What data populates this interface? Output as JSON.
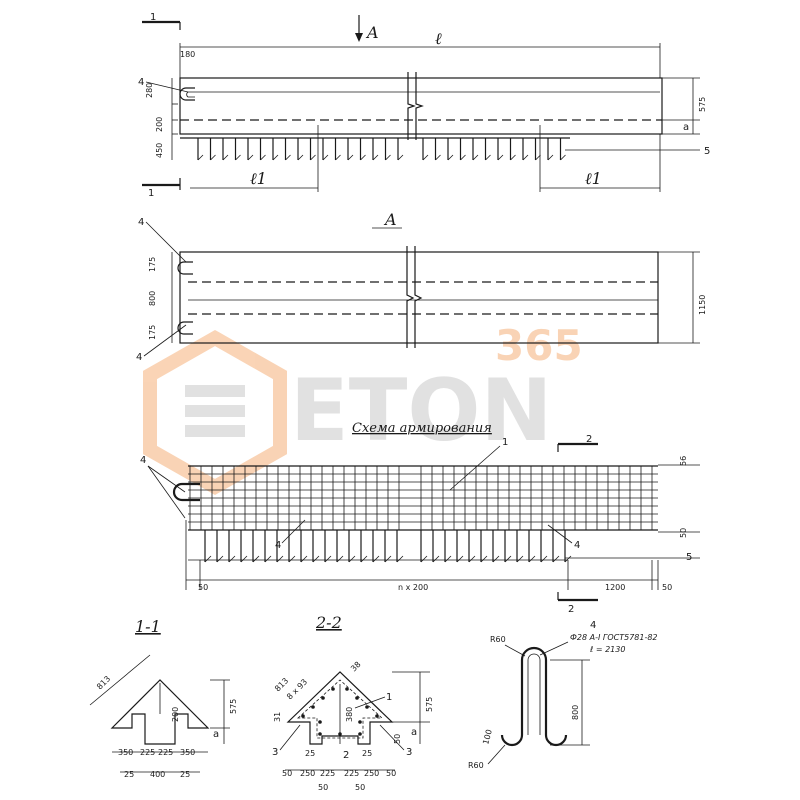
{
  "labels": {
    "section_mark": "1",
    "section_mark_2": "2",
    "view_arrow": "A",
    "view_title": "A",
    "length_l": "ℓ",
    "length_l1": "ℓ1",
    "leader_4": "4",
    "leader_5": "5",
    "leader_1": "1",
    "leader_3": "3",
    "leader_2": "2",
    "dim_a": "a"
  },
  "elevation": {
    "dims": {
      "d180": "180",
      "d280": "280",
      "d200": "200",
      "d450": "450",
      "d575": "575"
    }
  },
  "plan": {
    "dims": {
      "d175a": "175",
      "d800": "800",
      "d175b": "175",
      "d1150": "1150"
    }
  },
  "scheme": {
    "title": "Схема армирования",
    "dims": {
      "d56": "56",
      "d50r": "50",
      "d50l": "50",
      "dn": "n x 200",
      "d1200": "1200",
      "d50e": "50"
    }
  },
  "section11": {
    "title": "1-1",
    "dims": {
      "d813": "813",
      "d200": "200",
      "d575": "575",
      "d350a": "350",
      "d225a": "225",
      "d225b": "225",
      "d350b": "350",
      "d25a": "25",
      "d400": "400",
      "d25b": "25"
    }
  },
  "section22": {
    "title": "2-2",
    "dims": {
      "d813": "813",
      "d8x93": "8 x 93",
      "d38": "38",
      "d31": "31",
      "d380": "380",
      "d575": "575",
      "d25a": "25",
      "d25b": "25",
      "d50v": "50",
      "d50a": "50",
      "d250a": "250",
      "d225a": "225",
      "d225b": "225",
      "d250b": "250",
      "d50b": "50",
      "d50c": "50",
      "d50d": "50"
    }
  },
  "loop": {
    "title": "4",
    "spec": "Ф28 А-I ГОСТ5781-82",
    "length": "ℓ = 2130",
    "r60a": "R60",
    "r60b": "R60",
    "d800": "800",
    "d100": "100"
  },
  "watermark": {
    "number": "365",
    "brand": "ETON",
    "color_orange": "#f5b07a",
    "color_gray": "#c9c9c9"
  }
}
